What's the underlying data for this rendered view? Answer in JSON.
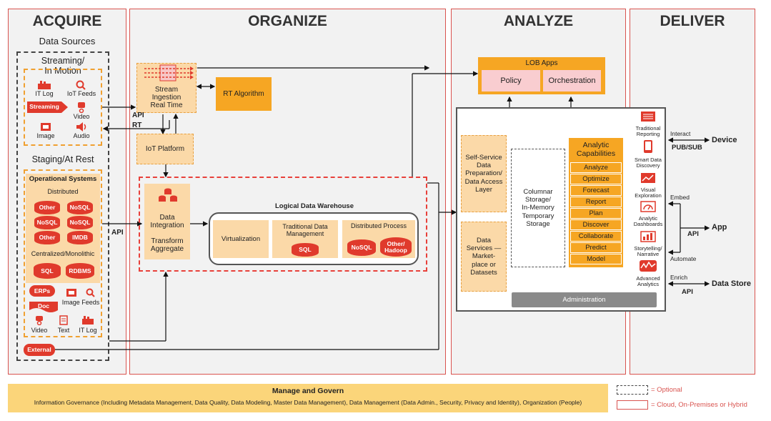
{
  "colors": {
    "accent_red": "#e03a2c",
    "orange": "#f6a623",
    "light_orange": "#fbd9a8",
    "panel_border": "#d9534f",
    "gray": "#8a8a8a"
  },
  "panels": {
    "acquire": "ACQUIRE",
    "organize": "ORGANIZE",
    "analyze": "ANALYZE",
    "deliver": "DELIVER"
  },
  "acquire": {
    "data_sources": "Data Sources",
    "streaming_title": "Streaming/\nIn Motion",
    "it_log": "IT Log",
    "iot_feeds": "IoT Feeds",
    "streaming": "Streaming",
    "video": "Video",
    "image": "Image",
    "audio": "Audio",
    "staging_title": "Staging/At Rest",
    "operational_systems": "Operational Systems",
    "distributed": "Distributed",
    "dist_items": [
      "Other",
      "NoSQL",
      "NoSQL",
      "NoSQL",
      "Other",
      "IMDB"
    ],
    "centralized": "Centralized/Monolithic",
    "sql": "SQL",
    "rdbms": "RDBMS",
    "erps": "ERPs",
    "doc": "Doc",
    "image_feeds": "Image Feeds",
    "video2": "Video",
    "text": "Text",
    "it_log2": "IT Log",
    "external": "External"
  },
  "organize": {
    "stream_ingestion": "Stream\nIngestion\nReal Time",
    "rt_algorithm": "RT Algorithm",
    "iot_platform": "IoT Platform",
    "api": "API",
    "rt": "RT",
    "api2": "API",
    "logical_dw": "Logical Data Warehouse",
    "data_integration": "Data\nIntegration",
    "transform_aggregate": "Transform\nAggregate",
    "virtualization": "Virtualization",
    "traditional_dm": "Traditional Data\nManagement",
    "sql": "SQL",
    "distributed_process": "Distributed Process",
    "nosql": "NoSQL",
    "other_hadoop": "Other/\nHadoop"
  },
  "analyze": {
    "lob_apps": "LOB Apps",
    "policy": "Policy",
    "orchestration": "Orchestration",
    "self_service": "Self-Service\nData\nPreparation/\nData Access\nLayer",
    "data_services": "Data\nServices —\nMarket-\nplace or\nDatasets",
    "columnar": "Columnar\nStorage/\nIn-Memory\nTemporary\nStorage",
    "analytic_capabilities": "Analytic\nCapabilities",
    "capabilities": [
      "Analyze",
      "Optimize",
      "Forecast",
      "Report",
      "Plan",
      "Discover",
      "Collaborate",
      "Predict",
      "Model"
    ],
    "administration": "Administration"
  },
  "deliver": {
    "items": [
      "Traditional\nReporting",
      "Smart Data\nDiscovery",
      "Visual\nExploration",
      "Analytic\nDashboards",
      "Storytelling/\nNarrative",
      "Advanced\nAnalytics"
    ],
    "interact": "Interact",
    "pub_sub": "PUB/SUB",
    "device": "Device",
    "embed": "Embed",
    "api": "API",
    "app": "App",
    "automate": "Automate",
    "enrich": "Enrich",
    "api2": "API",
    "data_store": "Data Store"
  },
  "footer": {
    "title": "Manage and Govern",
    "text": "Information Governance (Including Metadata Management, Data Quality, Data Modeling, Master Data Management), Data Management (Data Admin., Security, Privacy and Identity), Organization (People)",
    "legend_optional": "= Optional",
    "legend_cloud": "= Cloud, On-Premises or Hybrid"
  }
}
